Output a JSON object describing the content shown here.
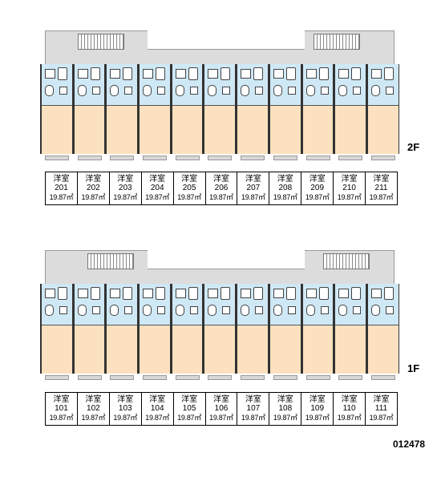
{
  "floors": [
    {
      "label": "2F",
      "units": [
        {
          "type": "洋室",
          "number": "201",
          "area": "19.87㎡"
        },
        {
          "type": "洋室",
          "number": "202",
          "area": "19.87㎡"
        },
        {
          "type": "洋室",
          "number": "203",
          "area": "19.87㎡"
        },
        {
          "type": "洋室",
          "number": "204",
          "area": "19.87㎡"
        },
        {
          "type": "洋室",
          "number": "205",
          "area": "19.87㎡"
        },
        {
          "type": "洋室",
          "number": "206",
          "area": "19.87㎡"
        },
        {
          "type": "洋室",
          "number": "207",
          "area": "19.87㎡"
        },
        {
          "type": "洋室",
          "number": "208",
          "area": "19.87㎡"
        },
        {
          "type": "洋室",
          "number": "209",
          "area": "19.87㎡"
        },
        {
          "type": "洋室",
          "number": "210",
          "area": "19.87㎡"
        },
        {
          "type": "洋室",
          "number": "211",
          "area": "19.87㎡"
        }
      ]
    },
    {
      "label": "1F",
      "units": [
        {
          "type": "洋室",
          "number": "101",
          "area": "19.87㎡"
        },
        {
          "type": "洋室",
          "number": "102",
          "area": "19.87㎡"
        },
        {
          "type": "洋室",
          "number": "103",
          "area": "19.87㎡"
        },
        {
          "type": "洋室",
          "number": "104",
          "area": "19.87㎡"
        },
        {
          "type": "洋室",
          "number": "105",
          "area": "19.87㎡"
        },
        {
          "type": "洋室",
          "number": "106",
          "area": "19.87㎡"
        },
        {
          "type": "洋室",
          "number": "107",
          "area": "19.87㎡"
        },
        {
          "type": "洋室",
          "number": "108",
          "area": "19.87㎡"
        },
        {
          "type": "洋室",
          "number": "109",
          "area": "19.87㎡"
        },
        {
          "type": "洋室",
          "number": "110",
          "area": "19.87㎡"
        },
        {
          "type": "洋室",
          "number": "111",
          "area": "19.87㎡"
        }
      ]
    }
  ],
  "code": "012478",
  "colors": {
    "bath": "#cfe8f5",
    "room": "#fbe1bf",
    "corridor": "#dcdcdc"
  }
}
